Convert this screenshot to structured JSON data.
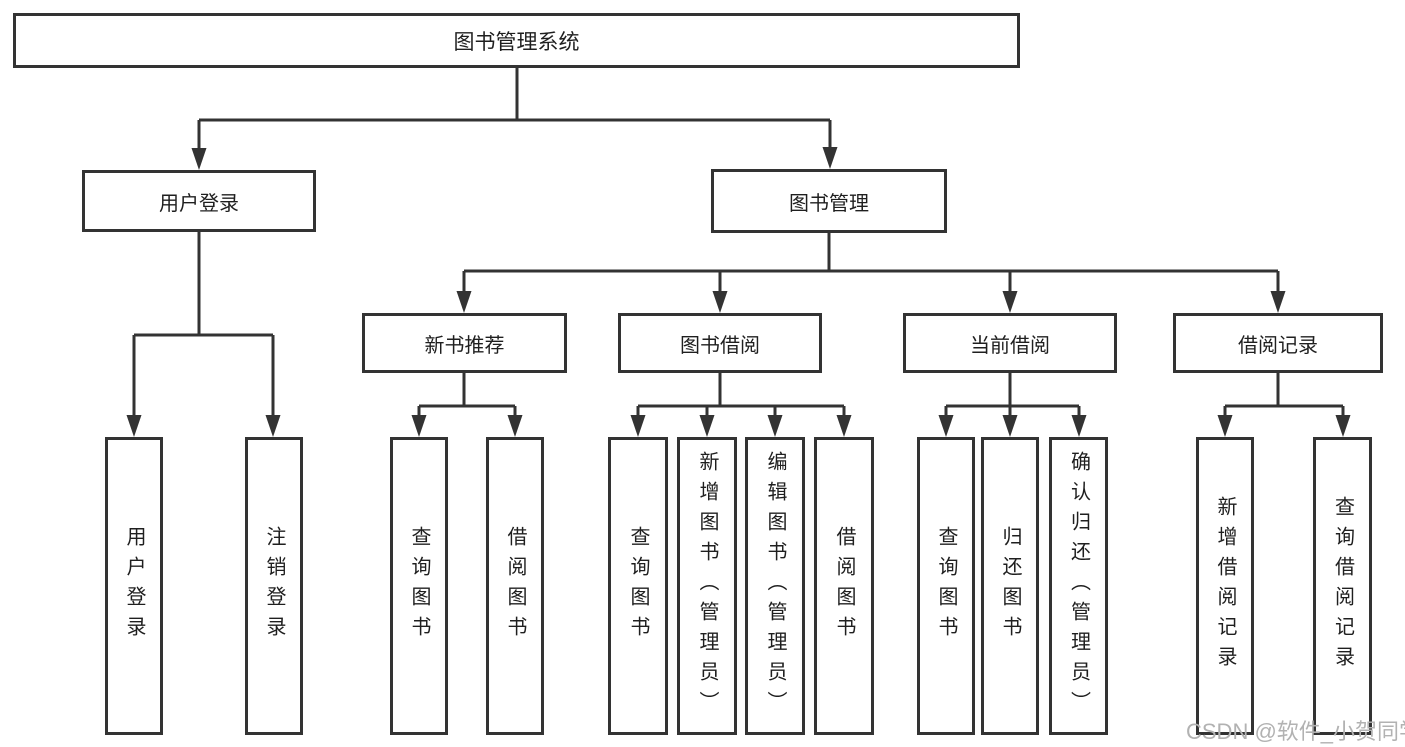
{
  "diagram_title": "图书管理系统",
  "nodes": {
    "root": "图书管理系统",
    "l2": [
      "用户登录",
      "图书管理"
    ],
    "l3": [
      "新书推荐",
      "图书借阅",
      "当前借阅",
      "借阅记录"
    ],
    "leaves": {
      "login": [
        "用户登录",
        "注销登录"
      ],
      "newbook": [
        "查询图书",
        "借阅图书"
      ],
      "borrow": [
        "查询图书",
        "新增图书（管理员）",
        "编辑图书（管理员）",
        "借阅图书"
      ],
      "current": [
        "查询图书",
        "归还图书",
        "确认归还（管理员）"
      ],
      "records": [
        "新增借阅记录",
        "查询借阅记录"
      ]
    }
  },
  "hierarchy": {
    "root": "图书管理系统",
    "children": [
      {
        "label": "用户登录",
        "children": [
          "用户登录",
          "注销登录"
        ]
      },
      {
        "label": "图书管理",
        "children": [
          {
            "label": "新书推荐",
            "children": [
              "查询图书",
              "借阅图书"
            ]
          },
          {
            "label": "图书借阅",
            "children": [
              "查询图书",
              "新增图书（管理员）",
              "编辑图书（管理员）",
              "借阅图书"
            ]
          },
          {
            "label": "当前借阅",
            "children": [
              "查询图书",
              "归还图书",
              "确认归还（管理员）"
            ]
          },
          {
            "label": "借阅记录",
            "children": [
              "新增借阅记录",
              "查询借阅记录"
            ]
          }
        ]
      }
    ]
  },
  "watermark": "CSDN @软件_小贺同学",
  "colors": {
    "line": "#333333",
    "text": "#1f1f1f",
    "watermark": "#b2b2b2",
    "background": "#ffffff"
  }
}
